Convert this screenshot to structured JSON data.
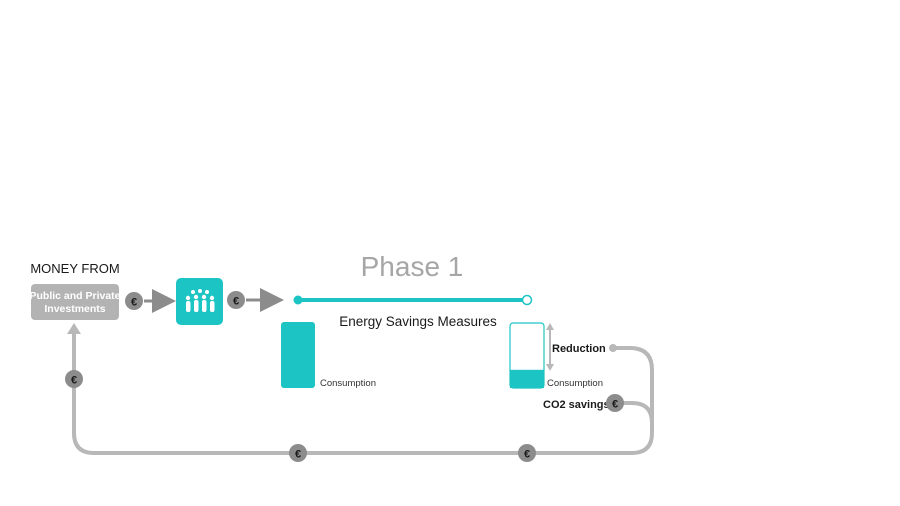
{
  "title": "Phase 1",
  "money_from_label": "MONEY FROM",
  "source_box_label_line1": "Public and Private",
  "source_box_label_line2": "Investments",
  "measures_label": "Energy Savings Measures",
  "consumption_before_label": "Consumption",
  "consumption_after_label": "Consumption",
  "reduction_label": "Reduction",
  "co2_label": "CO2 savings",
  "euro_symbol": "€",
  "people_icon": "people-group-icon",
  "colors": {
    "teal": "#1cc4c4",
    "gray_box": "#b3b3b3",
    "gray_line": "#b8b8b8",
    "euro_circle": "#8c8c8c",
    "title_gray": "#a6a6a6",
    "text_dark": "#1a1a1a"
  },
  "consumption_after_fill_fraction": 0.28
}
